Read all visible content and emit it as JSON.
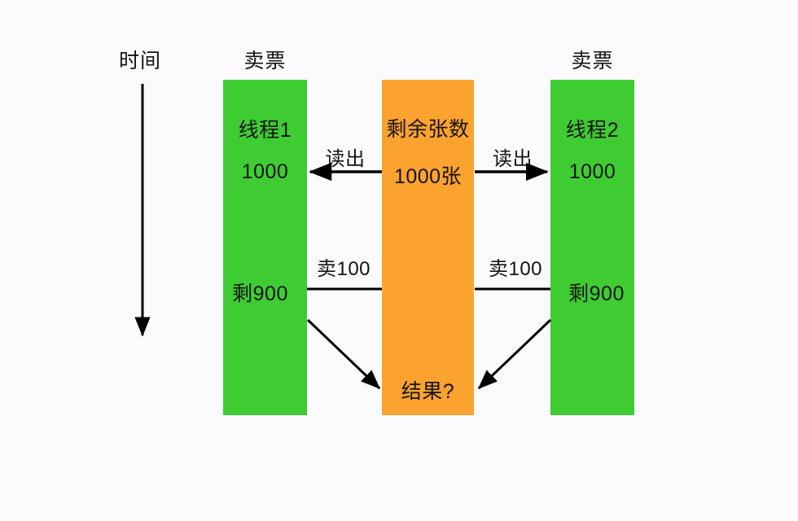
{
  "diagram": {
    "background_color": "#fbfafc",
    "thread_color": "#3fcc33",
    "shared_color": "#fca22e",
    "line_color": "#000000",
    "time_axis": {
      "label": "时间",
      "direction": "downward"
    },
    "columns": [
      {
        "id": "thread1",
        "header": "卖票",
        "color": "#3fcc33",
        "lines": [
          "线程1",
          "1000",
          "剩900"
        ]
      },
      {
        "id": "shared",
        "header": "",
        "color": "#fca22e",
        "lines": [
          "剩余张数",
          "1000张",
          "结果?"
        ]
      },
      {
        "id": "thread2",
        "header": "卖票",
        "color": "#3fcc33",
        "lines": [
          "线程2",
          "1000",
          "剩900"
        ]
      }
    ],
    "edges": [
      {
        "id": "read-left",
        "label": "读出",
        "from": "shared",
        "to": "thread1"
      },
      {
        "id": "read-right",
        "label": "读出",
        "from": "shared",
        "to": "thread2"
      },
      {
        "id": "sell-left",
        "label": "卖100",
        "from": "thread1",
        "to": "shared"
      },
      {
        "id": "sell-right",
        "label": "卖100",
        "from": "thread2",
        "to": "shared"
      },
      {
        "id": "result-left",
        "label": "",
        "from": "thread1",
        "to": "shared"
      },
      {
        "id": "result-right",
        "label": "",
        "from": "thread2",
        "to": "shared"
      }
    ]
  }
}
